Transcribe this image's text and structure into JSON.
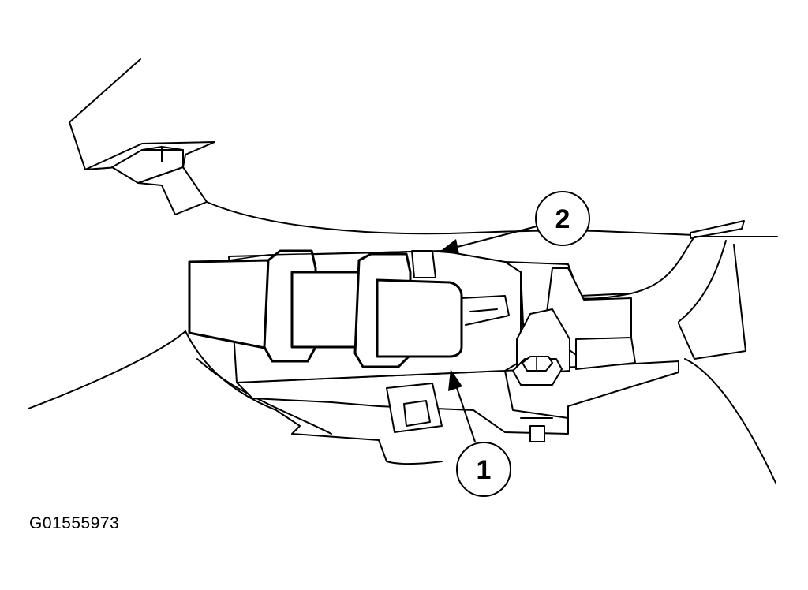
{
  "figure": {
    "id_label": "G01555973",
    "callouts": [
      {
        "number": "1",
        "points_to": "connector-body"
      },
      {
        "number": "2",
        "points_to": "connector-locking-tab"
      }
    ]
  }
}
